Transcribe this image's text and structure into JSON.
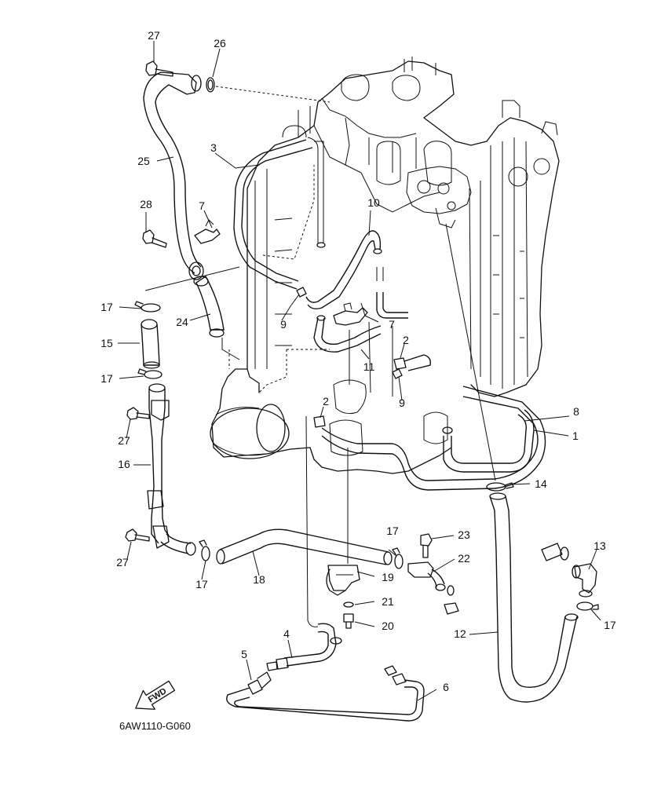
{
  "diagram": {
    "drawing_code": "6AW1110-G060",
    "fwd_label": "FWD",
    "callouts": [
      {
        "id": "c1",
        "label": "1"
      },
      {
        "id": "c2a",
        "label": "2"
      },
      {
        "id": "c2b",
        "label": "2"
      },
      {
        "id": "c3",
        "label": "3"
      },
      {
        "id": "c4",
        "label": "4"
      },
      {
        "id": "c5",
        "label": "5"
      },
      {
        "id": "c6",
        "label": "6"
      },
      {
        "id": "c7a",
        "label": "7"
      },
      {
        "id": "c7b",
        "label": "7"
      },
      {
        "id": "c8",
        "label": "8"
      },
      {
        "id": "c9a",
        "label": "9"
      },
      {
        "id": "c9b",
        "label": "9"
      },
      {
        "id": "c10",
        "label": "10"
      },
      {
        "id": "c11",
        "label": "11"
      },
      {
        "id": "c12",
        "label": "12"
      },
      {
        "id": "c13",
        "label": "13"
      },
      {
        "id": "c14",
        "label": "14"
      },
      {
        "id": "c15",
        "label": "15"
      },
      {
        "id": "c16",
        "label": "16"
      },
      {
        "id": "c17a",
        "label": "17"
      },
      {
        "id": "c17b",
        "label": "17"
      },
      {
        "id": "c17c",
        "label": "17"
      },
      {
        "id": "c17d",
        "label": "17"
      },
      {
        "id": "c17e",
        "label": "17"
      },
      {
        "id": "c18",
        "label": "18"
      },
      {
        "id": "c19",
        "label": "19"
      },
      {
        "id": "c20",
        "label": "20"
      },
      {
        "id": "c21",
        "label": "21"
      },
      {
        "id": "c22",
        "label": "22"
      },
      {
        "id": "c23",
        "label": "23"
      },
      {
        "id": "c24",
        "label": "24"
      },
      {
        "id": "c25",
        "label": "25"
      },
      {
        "id": "c26",
        "label": "26"
      },
      {
        "id": "c27a",
        "label": "27"
      },
      {
        "id": "c27b",
        "label": "27"
      },
      {
        "id": "c27c",
        "label": "27"
      },
      {
        "id": "c28",
        "label": "28"
      }
    ]
  }
}
